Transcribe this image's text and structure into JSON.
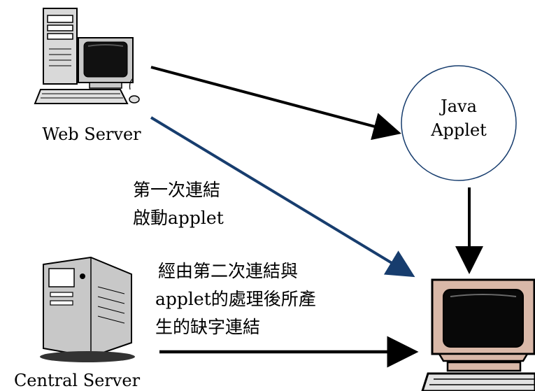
{
  "nodes": {
    "web_server": {
      "label": "Web Server"
    },
    "central_server": {
      "label": "Central Server"
    },
    "applet": {
      "line1": "Java",
      "line2": "Applet"
    }
  },
  "annotations": {
    "first_connection": {
      "line1": "第一次連結",
      "line2": "啟動applet"
    },
    "second_connection": {
      "line1": "經由第二次連結與",
      "line2": "applet的處理後所產",
      "line3": "生的缺字連結"
    }
  },
  "colors": {
    "navy_arrow": "#173d6e",
    "black": "#000000",
    "monitor_tan": "#d9b8a8",
    "tower_gray": "#c0c0c0"
  }
}
